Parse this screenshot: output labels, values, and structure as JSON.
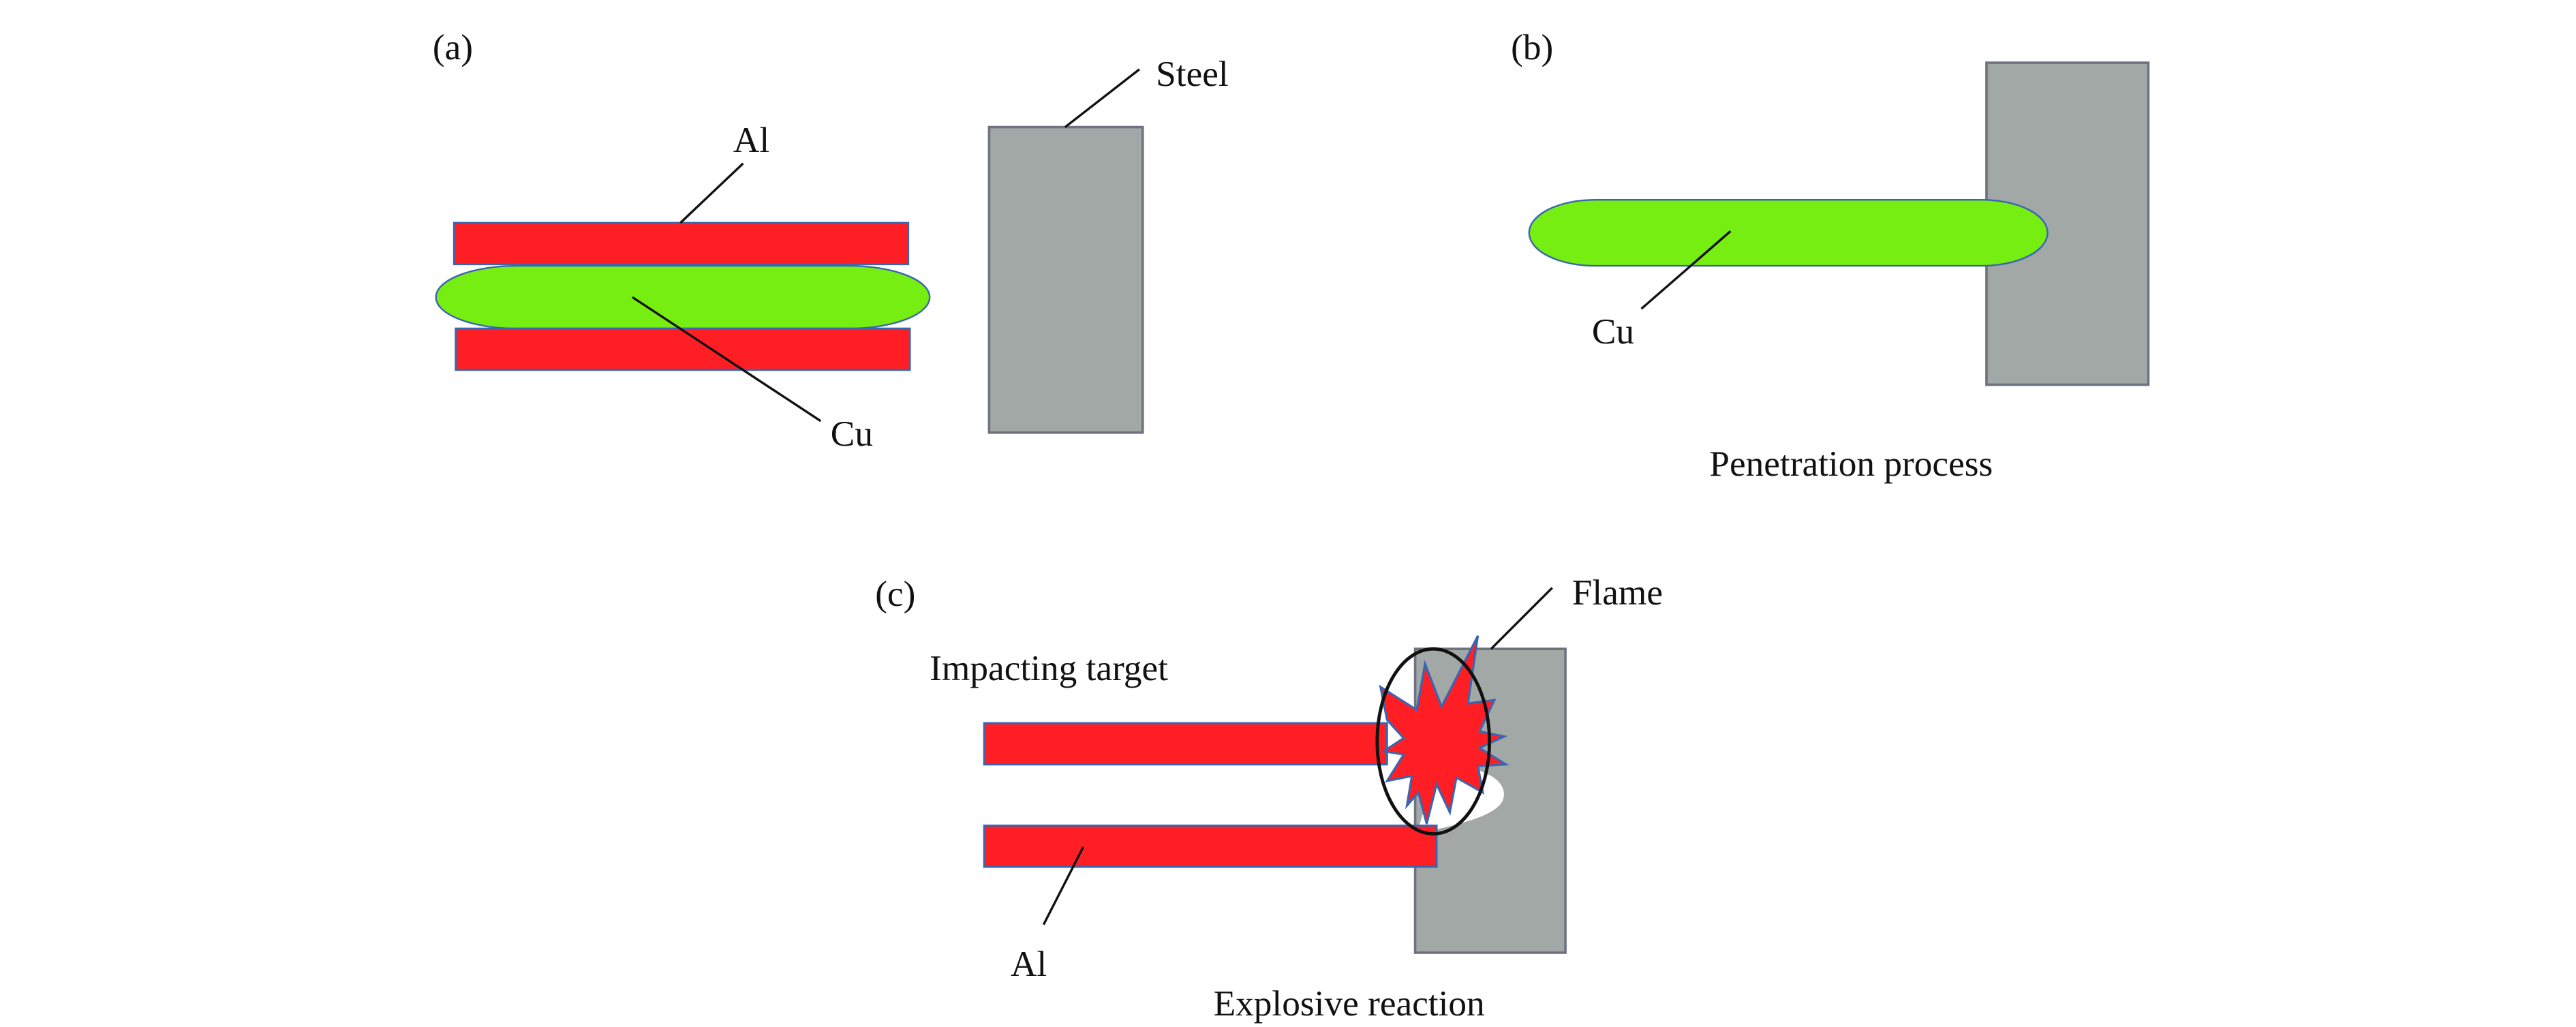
{
  "panels": {
    "a": {
      "tag": "(a)",
      "labels": {
        "steel": "Steel",
        "al": "Al",
        "cu": "Cu"
      }
    },
    "b": {
      "tag": "(b)",
      "labels": {
        "cu": "Cu"
      },
      "caption": "Penetration process"
    },
    "c": {
      "tag": "(c)",
      "labels": {
        "flame": "Flame",
        "impacting": "Impacting target",
        "al": "Al"
      },
      "caption": "Explosive reaction"
    }
  },
  "colors": {
    "aluminum": "#ff1e24",
    "copper": "#77ee11",
    "steel": "#a2a8a6",
    "steel_border": "#6f7380",
    "shape_border": "#3a66b0",
    "flame": "#ff1e24"
  }
}
